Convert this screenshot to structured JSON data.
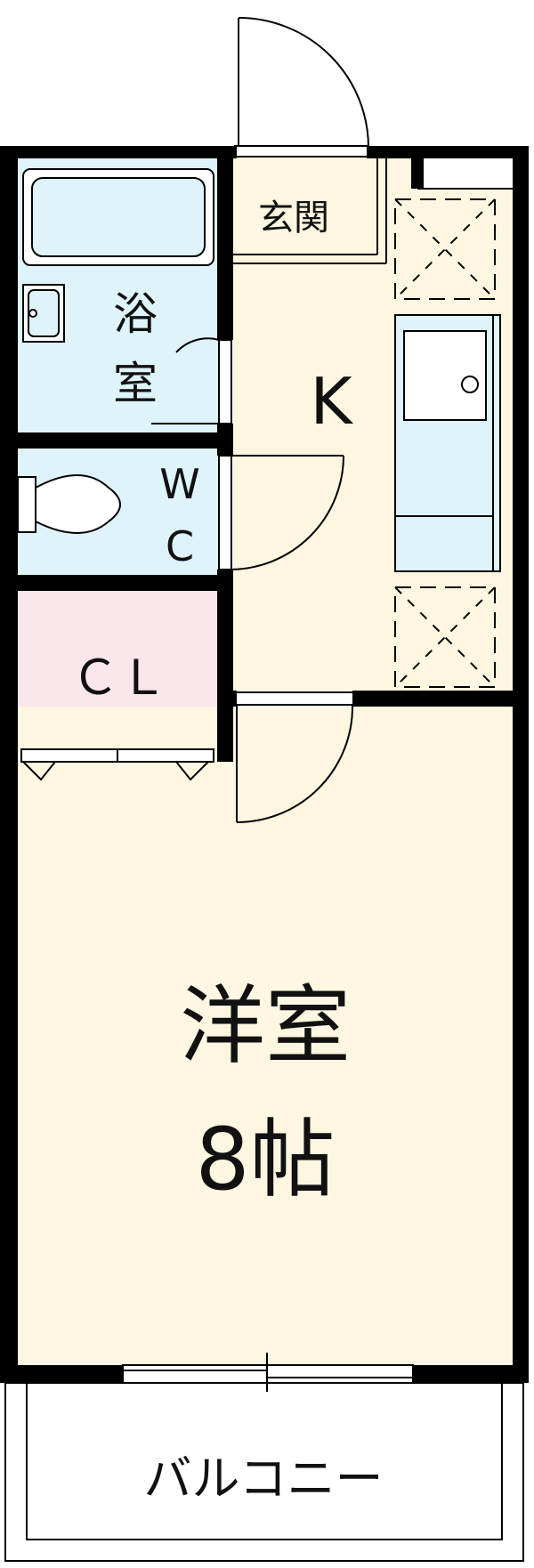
{
  "rooms": {
    "entrance": "玄関",
    "bath_line1": "浴",
    "bath_line2": "室",
    "kitchen": "K",
    "wc_line1": "W",
    "wc_line2": "C",
    "closet": "ＣＬ",
    "western_line1": "洋室",
    "western_line2": "8帖",
    "balcony": "バルコニー"
  },
  "colors": {
    "wall": "#000000",
    "wet_area": "#dff3fa",
    "kitchen_floor": "#fdf6e1",
    "closet_floor": "#fbe6ec",
    "room_floor": "#fdf6e1"
  }
}
